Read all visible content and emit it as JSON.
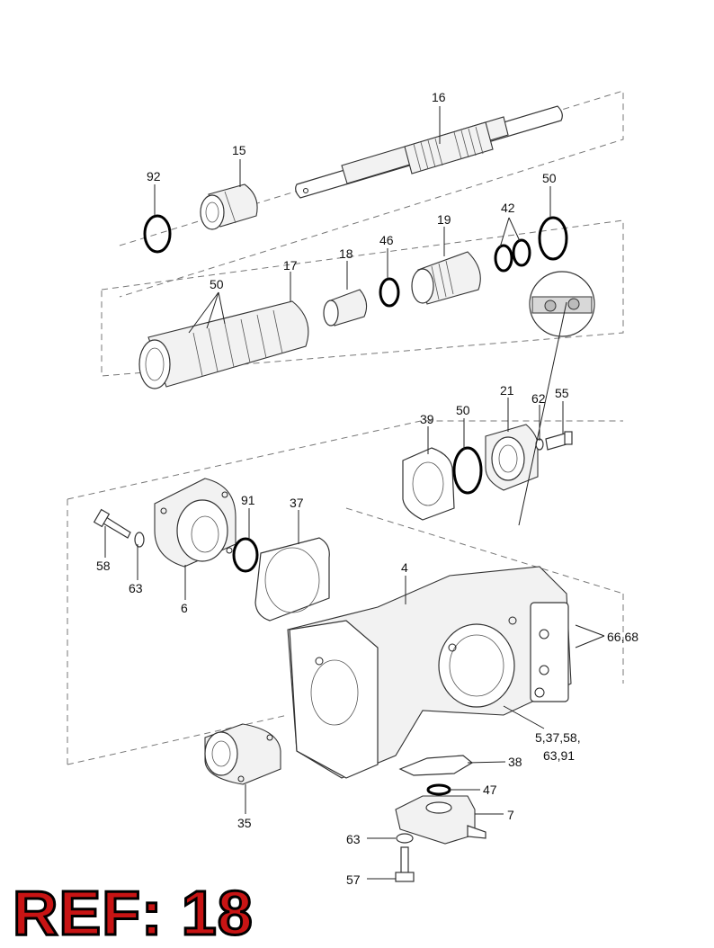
{
  "callouts": [
    {
      "id": "c16",
      "text": "16"
    },
    {
      "id": "c15",
      "text": "15"
    },
    {
      "id": "c92",
      "text": "92"
    },
    {
      "id": "c50a",
      "text": "50"
    },
    {
      "id": "c42",
      "text": "42"
    },
    {
      "id": "c19",
      "text": "19"
    },
    {
      "id": "c46",
      "text": "46"
    },
    {
      "id": "c18",
      "text": "18"
    },
    {
      "id": "c17",
      "text": "17"
    },
    {
      "id": "c50b",
      "text": "50"
    },
    {
      "id": "c21",
      "text": "21"
    },
    {
      "id": "c62",
      "text": "62"
    },
    {
      "id": "c55",
      "text": "55"
    },
    {
      "id": "c39",
      "text": "39"
    },
    {
      "id": "c50c",
      "text": "50"
    },
    {
      "id": "c91",
      "text": "91"
    },
    {
      "id": "c37",
      "text": "37"
    },
    {
      "id": "c58",
      "text": "58"
    },
    {
      "id": "c63a",
      "text": "63"
    },
    {
      "id": "c6",
      "text": "6"
    },
    {
      "id": "c4",
      "text": "4"
    },
    {
      "id": "c6668",
      "text": "66,68"
    },
    {
      "id": "c537a",
      "text": "5,37,58,"
    },
    {
      "id": "c537b",
      "text": "63,91"
    },
    {
      "id": "c38",
      "text": "38"
    },
    {
      "id": "c47",
      "text": "47"
    },
    {
      "id": "c7",
      "text": "7"
    },
    {
      "id": "c35",
      "text": "35"
    },
    {
      "id": "c63b",
      "text": "63"
    },
    {
      "id": "c57",
      "text": "57"
    }
  ],
  "ref_label": "REF: 18"
}
